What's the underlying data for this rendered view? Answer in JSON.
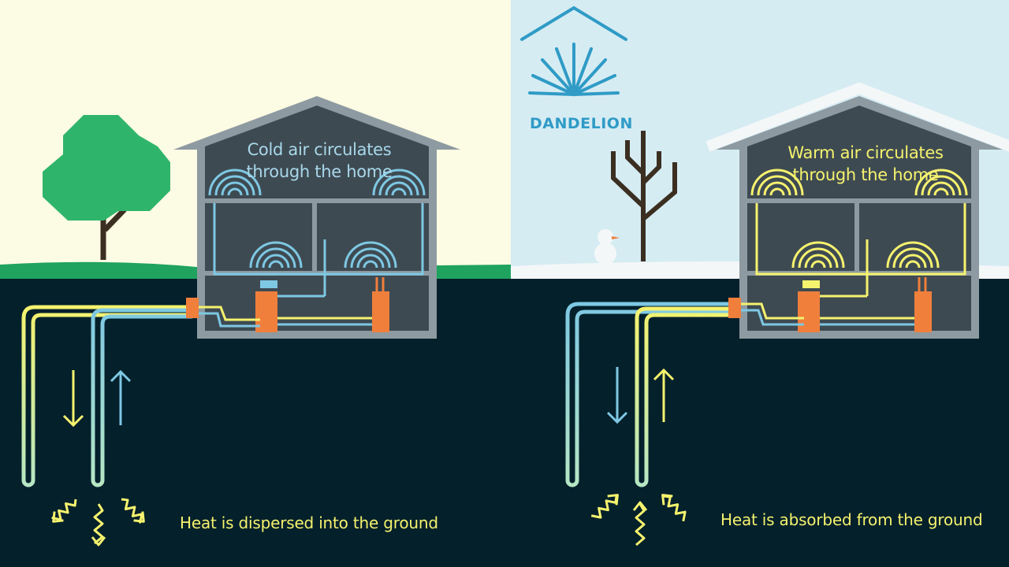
{
  "brand": {
    "name": "DANDELION",
    "color": "#2f9bc6",
    "icon": "house-roof-sunburst-logo"
  },
  "panels": [
    {
      "id": "cooling",
      "season": "summer",
      "house_label": [
        "Cold air circulates",
        "through the home"
      ],
      "ground_label": "Heat is dispersed into the ground",
      "house_label_color": "#a8d8ea",
      "flow": "heat-out-to-ground",
      "sky_color": "#fcfbe3",
      "grass_color": "#1fa35f",
      "tree": "leafy-tree"
    },
    {
      "id": "heating",
      "season": "winter",
      "house_label": [
        "Warm air circulates",
        "through the home"
      ],
      "ground_label": "Heat is absorbed from the ground",
      "house_label_color": "#f5f26e",
      "flow": "heat-in-from-ground",
      "sky_color": "#d6ecf3",
      "grass_color": "#f4f7f8",
      "tree": "bare-tree-and-snowman"
    }
  ],
  "colors": {
    "ground": "#03202b",
    "house_fill": "#3e4a52",
    "house_outline": "#8e9aa1",
    "warm_pipe": "#f5f26e",
    "cool_pipe": "#7ec8e3",
    "pump": "#f07f3c"
  }
}
